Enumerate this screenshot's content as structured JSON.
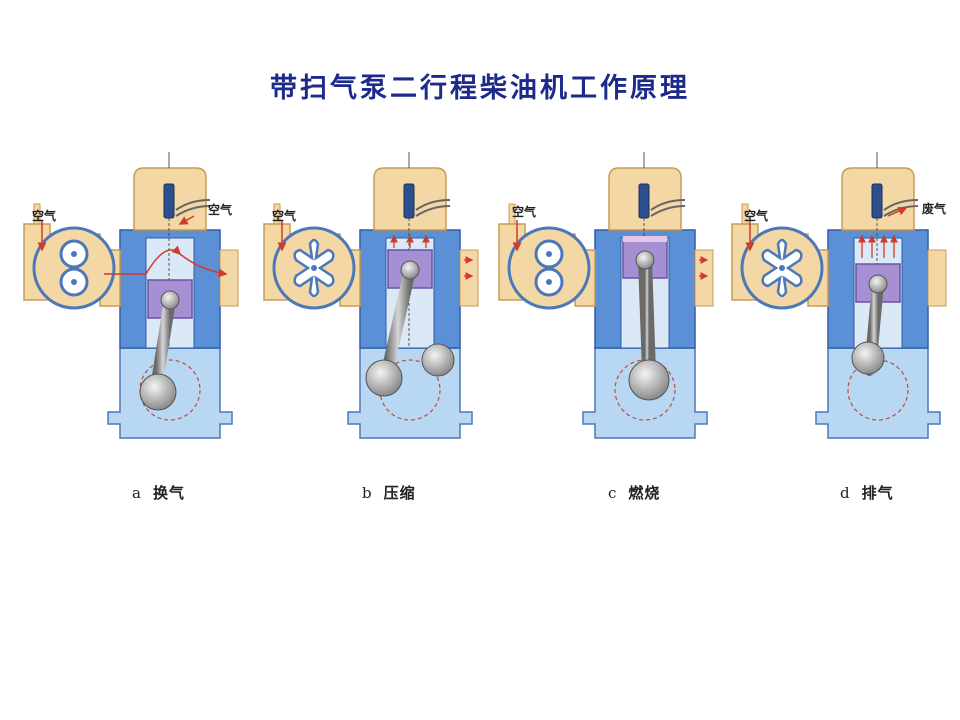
{
  "title": "带扫气泵二行程柴油机工作原理",
  "stages": [
    {
      "letter": "a",
      "label": "换气",
      "air_in": "空气",
      "top_right": "空气"
    },
    {
      "letter": "b",
      "label": "压缩",
      "air_in": "空气"
    },
    {
      "letter": "c",
      "label": "燃烧",
      "air_in": "空气"
    },
    {
      "letter": "d",
      "label": "排气",
      "air_in": "空气",
      "top_right": "废气"
    }
  ],
  "colors": {
    "title": "#1d2a8c",
    "cylinder_blue": "#5b8fd6",
    "crankcase_blue": "#b8d7f2",
    "air_tan": "#f3d7a4",
    "piston_violet": "#a68fd2",
    "arrow_red": "#d23a2a"
  }
}
